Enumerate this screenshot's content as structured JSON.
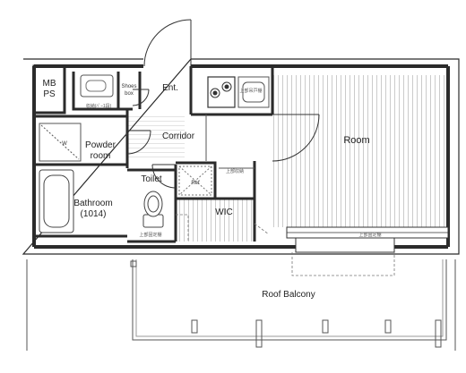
{
  "rooms": {
    "mbps_line1": "MB",
    "mbps_line2": "PS",
    "shoes_line1": "Shoes",
    "shoes_line2": "box",
    "entrance": "Ent.",
    "corridor": "Corridor",
    "powder_line1": "Powder",
    "powder_line2": "room",
    "washer": "W",
    "room": "Room",
    "toilet": "Toilet",
    "ref": "Ref",
    "wic": "WIC",
    "bathroom_line1": "Bathroom",
    "bathroom_line2": "(1014)",
    "roof_balcony": "Roof Balcony"
  },
  "notes": {
    "storage_above_1": "収納(ﾊﾞｰ1段)",
    "storage_above_2": "上部吊戸棚",
    "storage_above_3": "上部収納",
    "storage_above_4": "上部固定棚",
    "storage_above_5": "上部固定棚"
  },
  "colors": {
    "wall": "#2b2b2b",
    "floor_wood": "#9a9a9a",
    "fixture": "#555555",
    "dashed": "#777777"
  }
}
